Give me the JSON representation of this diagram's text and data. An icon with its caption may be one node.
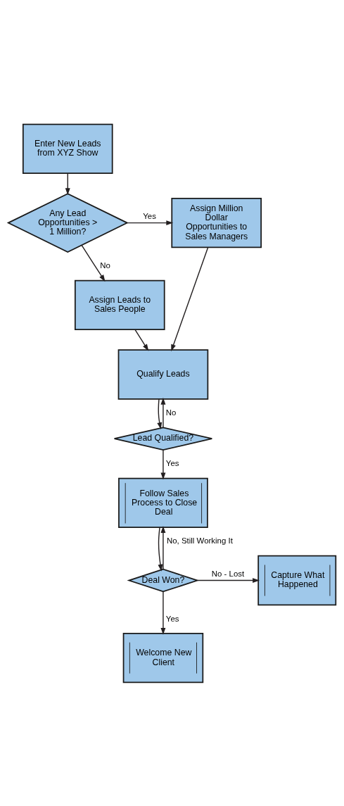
{
  "diagram": {
    "nodes": [
      {
        "text": [
          "Enter New Leads from XYZ Show"
        ]
      },
      {
        "text": [
          "Any Lead Opportunities > 1 Million?"
        ]
      },
      {
        "text": [
          "Assign Million Dollar Opportunities to Sales Managers"
        ]
      },
      {
        "text": [
          "Assign Leads to Sales People"
        ]
      },
      {
        "text": [
          "Qualify Leads"
        ]
      },
      {
        "text": [
          "Lead Qualified?"
        ]
      },
      {
        "text": [
          "Follow Sales Process to Close Deal"
        ]
      },
      {
        "text": [
          "Deal Won?"
        ]
      },
      {
        "text": [
          "Capture What Happened"
        ]
      },
      {
        "text": [
          "Welcome New Client"
        ]
      }
    ],
    "edges": [
      {
        "from": 0,
        "to": 1,
        "arrow": "to"
      },
      {
        "from": 1,
        "to": 2,
        "arrow": "to",
        "label": "Yes"
      },
      {
        "from": 1,
        "to": 3,
        "arrow": "to",
        "label": "No"
      },
      {
        "from": 2,
        "to": 4,
        "arrow": "to"
      },
      {
        "from": 3,
        "to": 4,
        "arrow": "to"
      },
      {
        "from": 4,
        "to": 5,
        "arrow": "to"
      },
      {
        "from": 5,
        "to": 4,
        "arrow": "to",
        "label": "No"
      },
      {
        "from": 5,
        "to": 6,
        "arrow": "to",
        "label": "Yes"
      },
      {
        "from": 6,
        "to": 7,
        "arrow": "to"
      },
      {
        "from": 7,
        "to": 6,
        "arrow": "to",
        "label": "No, Still Working It"
      },
      {
        "from": 7,
        "to": 8,
        "arrow": "to",
        "label": "No - Lost"
      },
      {
        "from": 7,
        "to": 9,
        "arrow": "to",
        "label": "Yes"
      }
    ]
  }
}
